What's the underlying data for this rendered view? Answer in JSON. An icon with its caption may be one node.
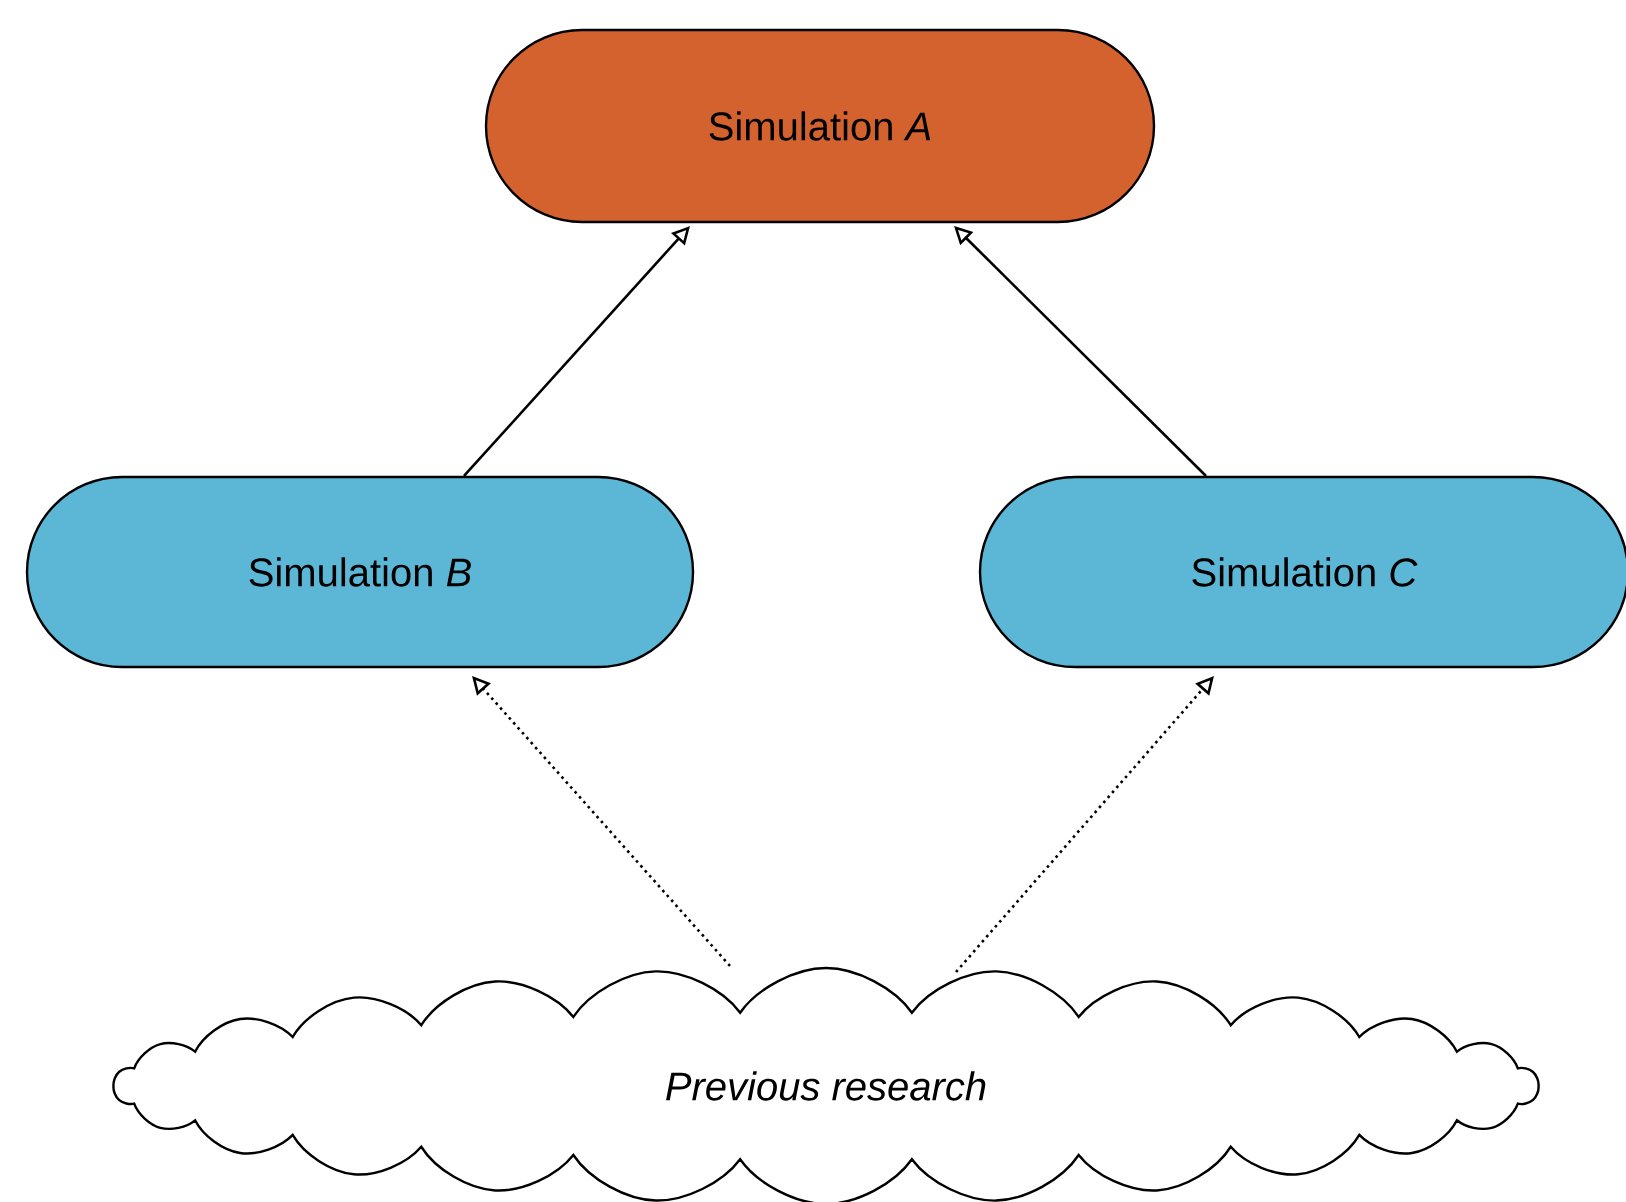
{
  "diagram": {
    "nodes": [
      {
        "text": [
          "Simulation *A*"
        ]
      },
      {
        "text": [
          "Simulation *B*"
        ]
      },
      {
        "text": [
          "Simulation *C*"
        ]
      },
      {
        "text": [
          "*Previous research*"
        ]
      }
    ],
    "edges": [
      {
        "from": 1,
        "to": 0,
        "arrow": "to"
      },
      {
        "from": 2,
        "to": 0,
        "arrow": "to"
      },
      {
        "from": 3,
        "to": 1,
        "arrow": "to",
        "style": "dashed"
      },
      {
        "from": 3,
        "to": 2,
        "arrow": "to",
        "style": "dashed"
      }
    ]
  }
}
